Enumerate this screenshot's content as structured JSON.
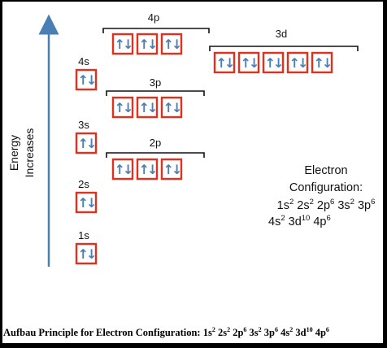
{
  "axis": {
    "label_line1": "Energy",
    "label_line2": "Increases"
  },
  "orbitals": [
    {
      "id": "1s",
      "label": "1s",
      "boxes": 1,
      "electrons": [
        "↑↓"
      ]
    },
    {
      "id": "2s",
      "label": "2s",
      "boxes": 1,
      "electrons": [
        "↑↓"
      ]
    },
    {
      "id": "2p",
      "label": "2p",
      "boxes": 3,
      "electrons": [
        "↑↓",
        "↑↓",
        "↑↓"
      ]
    },
    {
      "id": "3s",
      "label": "3s",
      "boxes": 1,
      "electrons": [
        "↑↓"
      ]
    },
    {
      "id": "3p",
      "label": "3p",
      "boxes": 3,
      "electrons": [
        "↑↓",
        "↑↓",
        "↑↓"
      ]
    },
    {
      "id": "4s",
      "label": "4s",
      "boxes": 1,
      "electrons": [
        "↑↓"
      ]
    },
    {
      "id": "3d",
      "label": "3d",
      "boxes": 5,
      "electrons": [
        "↑↓",
        "↑↓",
        "↑↓",
        "↑↓",
        "↑↓"
      ]
    },
    {
      "id": "4p",
      "label": "4p",
      "boxes": 3,
      "electrons": [
        "↑↓",
        "↑↓",
        "↑↓"
      ]
    }
  ],
  "configuration": {
    "title_line1": "Electron",
    "title_line2": "Configuration:",
    "line1": [
      {
        "base": "1s",
        "exp": "2"
      },
      {
        "base": "2s",
        "exp": "2"
      },
      {
        "base": "2p",
        "exp": "6"
      },
      {
        "base": "3s",
        "exp": "2"
      },
      {
        "base": "3p",
        "exp": "6"
      }
    ],
    "line2": [
      {
        "base": "4s",
        "exp": "2"
      },
      {
        "base": "3d",
        "exp": "10"
      },
      {
        "base": "4p",
        "exp": "6"
      }
    ]
  },
  "caption": {
    "prefix": "Aufbau Principle for Electron Configuration:",
    "terms": [
      {
        "base": "1s",
        "exp": "2"
      },
      {
        "base": "2s",
        "exp": "2"
      },
      {
        "base": "2p",
        "exp": "6"
      },
      {
        "base": "3s",
        "exp": "2"
      },
      {
        "base": "3p",
        "exp": "6"
      },
      {
        "base": "4s",
        "exp": "2"
      },
      {
        "base": "3d",
        "exp": "10"
      },
      {
        "base": "4p",
        "exp": "6"
      }
    ]
  },
  "colors": {
    "box_border": "#e0301e",
    "arrow": "#4a7fb5",
    "energy_arrow": "#4a7fb5",
    "bracket": "#111111",
    "background": "#ffffff",
    "frame": "#000000"
  }
}
